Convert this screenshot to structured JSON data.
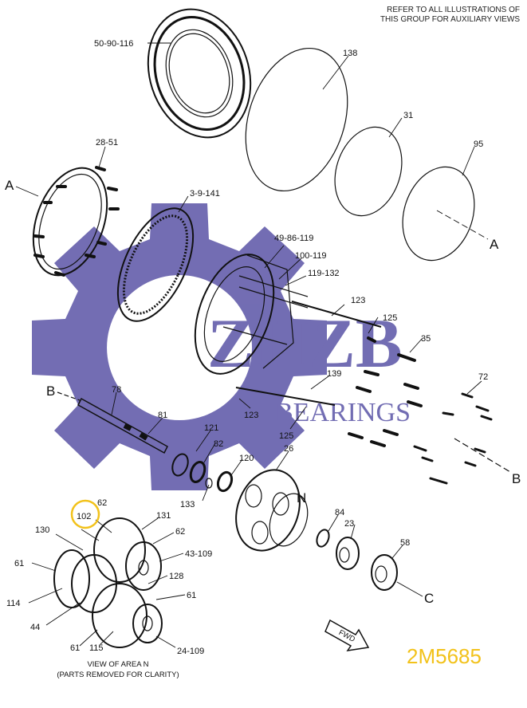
{
  "header_note": {
    "line1": "REFER TO ALL ILLUSTRATIONS OF",
    "line2": "THIS GROUP FOR AUXILIARY VIEWS"
  },
  "watermark": {
    "brand": "ZHZB",
    "subtitle": "BEARINGS",
    "color": "#5a54a6"
  },
  "part_code": "2M5685",
  "area_caption": {
    "line1": "VIEW OF AREA N",
    "line2": "(PARTS REMOVED FOR CLARITY)"
  },
  "highlight_color": "#f2c21b",
  "callouts": [
    "50-90-116",
    "138",
    "31",
    "95",
    "A",
    "28-51",
    "A",
    "3-9-141",
    "49-86-119",
    "100-119",
    "119-132",
    "123",
    "125",
    "35",
    "B",
    "78",
    "139",
    "72",
    "123",
    "81",
    "121",
    "125",
    "82",
    "26",
    "120",
    "133",
    "N",
    "B",
    "62",
    "102",
    "131",
    "62",
    "130",
    "84",
    "23",
    "43-109",
    "61",
    "58",
    "128",
    "114",
    "61",
    "44",
    "C",
    "61",
    "115",
    "24-109"
  ],
  "fwd_label": "FWD"
}
